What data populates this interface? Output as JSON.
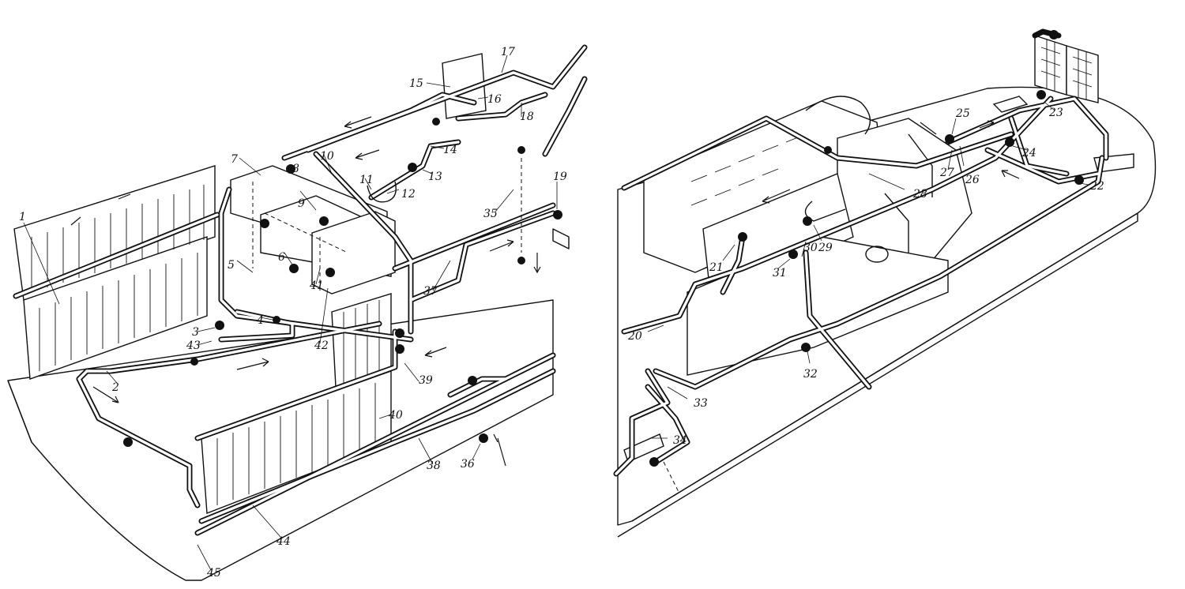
{
  "diagram": {
    "left_callouts": [
      "1",
      "2",
      "3",
      "4",
      "5",
      "6",
      "7",
      "8",
      "9",
      "10",
      "11",
      "12",
      "13",
      "14",
      "15",
      "16",
      "17",
      "18",
      "19",
      "35",
      "36",
      "37",
      "38",
      "39",
      "40",
      "41",
      "42",
      "43",
      "44",
      "45"
    ],
    "right_callouts": [
      "20",
      "21",
      "22",
      "23",
      "24",
      "25",
      "26",
      "27",
      "28",
      "29",
      "30",
      "31",
      "32",
      "33",
      "34"
    ]
  }
}
